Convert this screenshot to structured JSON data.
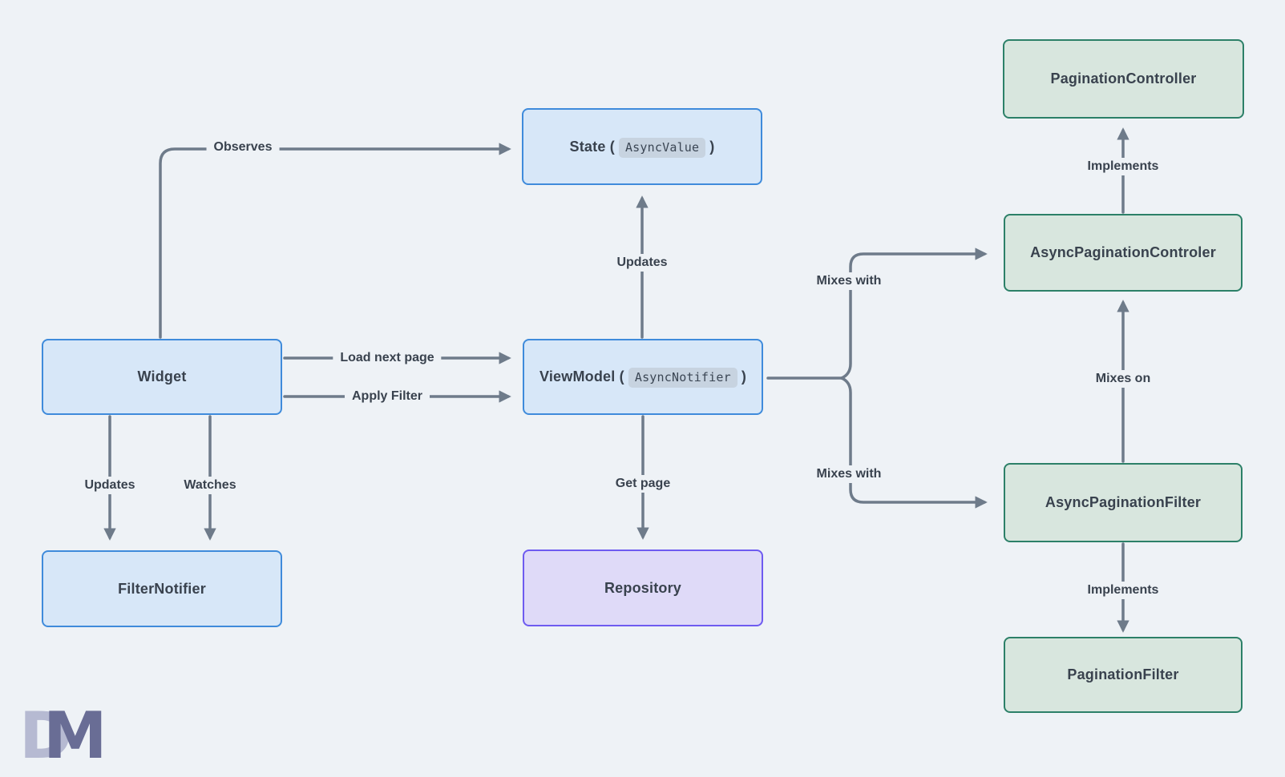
{
  "palette": {
    "page_bg": "#eef2f6",
    "blue_fill": "#d7e7f8",
    "blue_border": "#3f8bdb",
    "green_fill": "#d8e6de",
    "green_border": "#2c8068",
    "purple_fill": "#dfdaf8",
    "purple_border": "#6e5bf0",
    "pill_bg": "#c7d3e0",
    "arrow": "#6e7b8a",
    "text": "#39424e",
    "logo_d": "#b6bad2",
    "logo_m": "#696d95"
  },
  "nodes": {
    "state": {
      "text_before": "State (",
      "code": "AsyncValue",
      "text_after": ")"
    },
    "widget": {
      "label": "Widget"
    },
    "viewmodel": {
      "text_before": "ViewModel (",
      "code": "AsyncNotifier",
      "text_after": ")"
    },
    "filter_notifier": {
      "label": "FilterNotifier"
    },
    "repository": {
      "label": "Repository"
    },
    "pagination_controller": {
      "label": "PaginationController"
    },
    "async_pagination_controler": {
      "label": "AsyncPaginationControler"
    },
    "async_pagination_filter": {
      "label": "AsyncPaginationFilter"
    },
    "pagination_filter": {
      "label": "PaginationFilter"
    }
  },
  "edges": {
    "observes": "Observes",
    "load_next_page": "Load next page",
    "apply_filter": "Apply Filter",
    "updates_state": "Updates",
    "get_page": "Get page",
    "updates_filter_notifier": "Updates",
    "watches": "Watches",
    "mixes_with_controller": "Mixes with",
    "mixes_with_filter": "Mixes with",
    "implements_controller": "Implements",
    "mixes_on": "Mixes on",
    "implements_filter": "Implements"
  },
  "logo": {
    "d": "D",
    "m": "M"
  }
}
